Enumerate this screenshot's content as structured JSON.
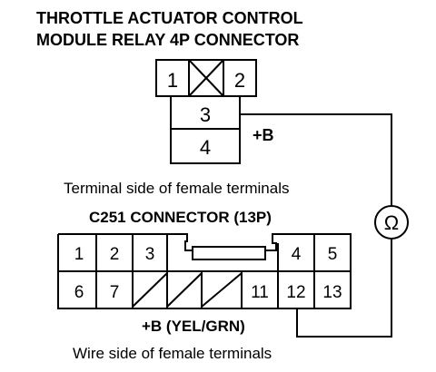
{
  "title_line1": "THROTTLE ACTUATOR CONTROL",
  "title_line2": "MODULE RELAY 4P CONNECTOR",
  "relay_connector": {
    "terminals": [
      "1",
      "2",
      "3",
      "4"
    ],
    "blank_cavity_icon": "x-cross-icon",
    "voltage_label": "+B"
  },
  "relay_caption": "Terminal side of female terminals",
  "c251_title": "C251 CONNECTOR (13P)",
  "c251_connector": {
    "top_row": [
      "1",
      "2",
      "3",
      "4",
      "5"
    ],
    "bottom_row": [
      "6",
      "7",
      "11",
      "12",
      "13"
    ]
  },
  "c251_voltage_label": "+B (YEL/GRN)",
  "c251_caption": "Wire side of female terminals",
  "meter_symbol": "Ω",
  "meter_icon": "ohmmeter-icon",
  "colors": {
    "ink": "#000000",
    "background": "#ffffff"
  }
}
